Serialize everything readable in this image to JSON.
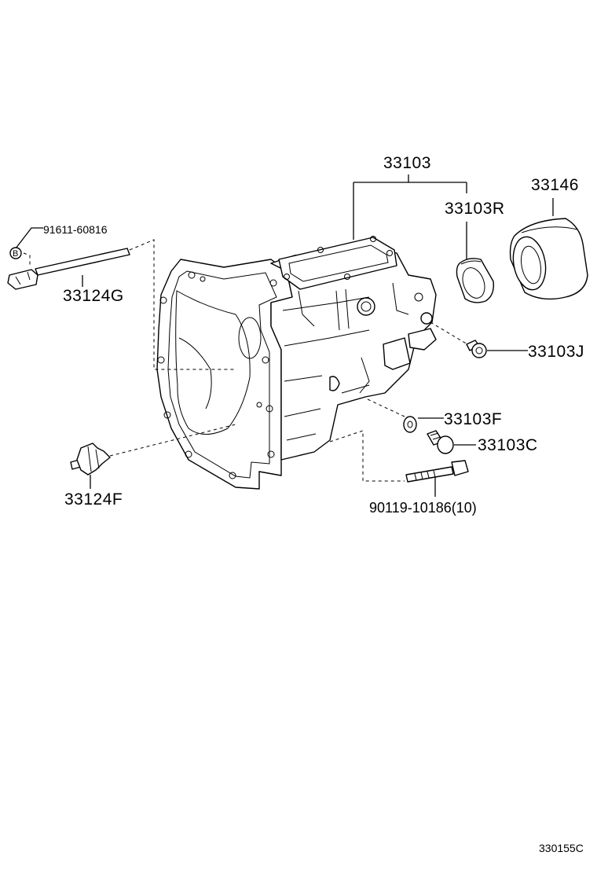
{
  "parts": {
    "p33103": "33103",
    "p33103R": "33103R",
    "p33146": "33146",
    "p91611": "91611-60816",
    "p33124G": "33124G",
    "p33103J": "33103J",
    "p33103F": "33103F",
    "p33103C": "33103C",
    "p33124F": "33124F",
    "p90119": "90119-10186(10)"
  },
  "marker": {
    "b": "B"
  },
  "figure_code": "330155C",
  "icons": [
    "transmission-case",
    "bearing-retainer-seal",
    "oil-seal-ring",
    "shift-rod",
    "plug",
    "gasket-washer",
    "drain-plug",
    "bolt",
    "straight-pin"
  ]
}
